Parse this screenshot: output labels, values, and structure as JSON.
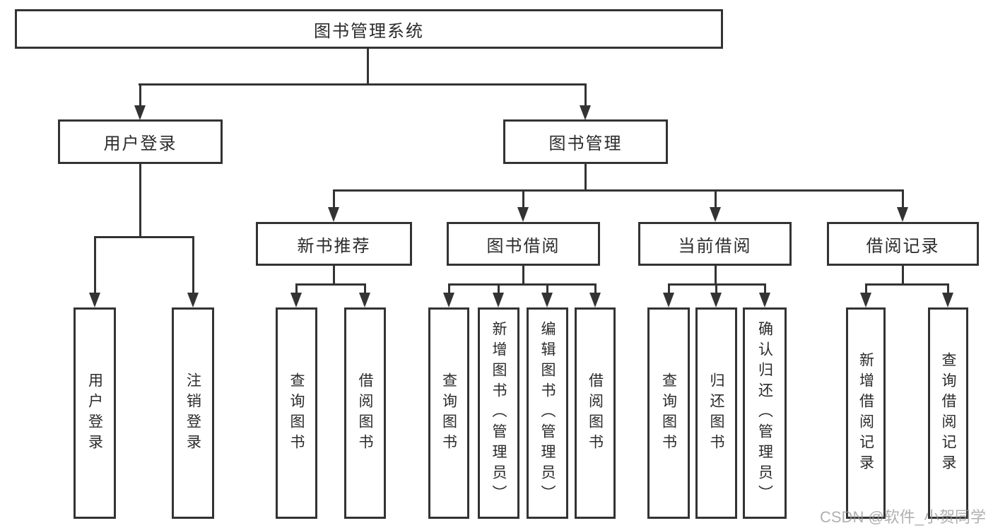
{
  "diagram": {
    "root": "图书管理系统",
    "level2": [
      {
        "label": "用户登录"
      },
      {
        "label": "图书管理"
      }
    ],
    "level3": [
      {
        "label": "新书推荐"
      },
      {
        "label": "图书借阅"
      },
      {
        "label": "当前借阅"
      },
      {
        "label": "借阅记录"
      }
    ],
    "leaves": {
      "user_login": [
        "用户登录",
        "注销登录"
      ],
      "new_book": [
        "查询图书",
        "借阅图书"
      ],
      "book_borrow": [
        "查询图书",
        "新增图书（管理员）",
        "编辑图书（管理员）",
        "借阅图书"
      ],
      "current_borrow": [
        "查询图书",
        "归还图书",
        "确认归还（管理员）"
      ],
      "borrow_record": [
        "新增借阅记录",
        "查询借阅记录"
      ]
    }
  },
  "watermark": {
    "text": "CSDN @软件_小贺同学"
  },
  "colors": {
    "line": "#333333",
    "border": "#333333",
    "text": "#2b2b2b",
    "watermark": "#969696",
    "background": "#ffffff"
  }
}
